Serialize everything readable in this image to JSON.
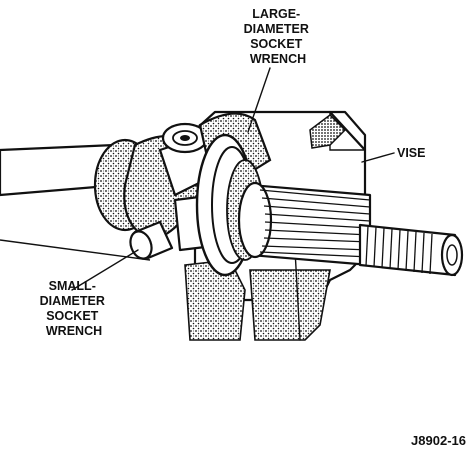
{
  "labels": {
    "large_socket": [
      "LARGE-",
      "DIAMETER",
      "SOCKET",
      "WRENCH"
    ],
    "vise": "VISE",
    "small_socket": [
      "SMALL-",
      "DIAMETER",
      "SOCKET",
      "WRENCH"
    ]
  },
  "figure_id": "J8902-16",
  "colors": {
    "ink": "#111111",
    "paper": "#ffffff"
  }
}
